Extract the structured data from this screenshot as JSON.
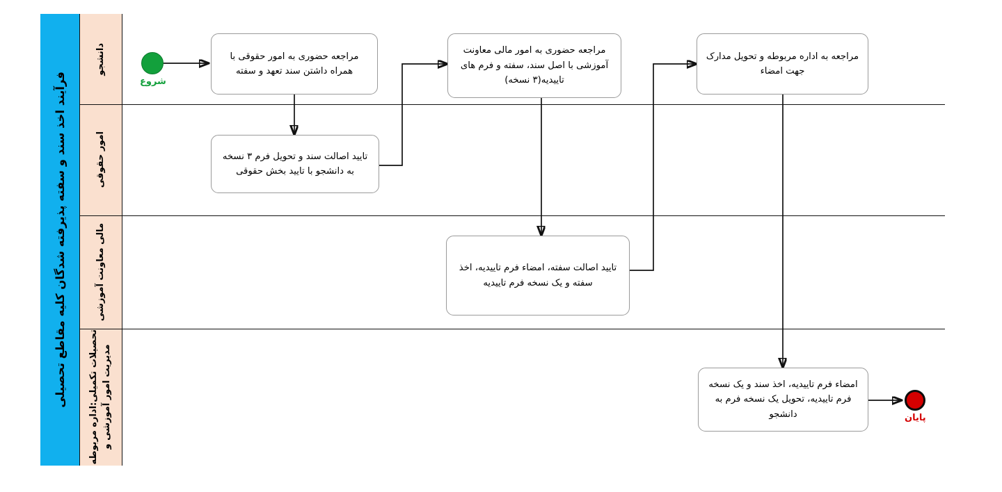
{
  "diagram": {
    "title": "فرآیند اخذ سند و سفته پذیرفته شدگان کلیه مقاطع تحصیلی",
    "type": "swimlane-flowchart",
    "colors": {
      "title_band": "#11b0ee",
      "lane_header": "#fae0cf",
      "lane_body": "#ffffff",
      "border": "#111111",
      "start_event": "#13a03c",
      "end_event": "#d40000",
      "task_border": "#9a9a9a",
      "connector": "#111111"
    },
    "lanes": [
      {
        "id": "lane-student",
        "label": "دانشجو"
      },
      {
        "id": "lane-legal",
        "label": "امور حقوقی"
      },
      {
        "id": "lane-finance",
        "label": "مالی معاونت آموزشی"
      },
      {
        "id": "lane-edu",
        "label_line1": "مدیریت امور آموزشی و",
        "label_line2": "تحصیلات تکمیلی:اداره مربوطه"
      }
    ],
    "events": [
      {
        "id": "start",
        "shape": "circle-filled-green",
        "label": "شروع",
        "lane": "lane-student"
      },
      {
        "id": "end",
        "shape": "circle-filled-red",
        "label": "پایان",
        "lane": "lane-edu"
      }
    ],
    "tasks": [
      {
        "id": "task-1",
        "lane": "lane-student",
        "text": "مراجعه حضوری به امور حقوقی با همراه داشتن سند تعهد و سفته"
      },
      {
        "id": "task-2",
        "lane": "lane-student",
        "text": "مراجعه حضوری به امور مالی معاونت آموزشی با اصل سند، سفته و فرم های تاییدیه(۳ نسخه)"
      },
      {
        "id": "task-3",
        "lane": "lane-student",
        "text": "مراجعه به اداره مربوطه و تحویل مدارک جهت امضاء"
      },
      {
        "id": "task-4",
        "lane": "lane-legal",
        "text": "تایید اصالت سند و تحویل فرم ۳ نسخه به دانشجو با تایید بخش حقوقی"
      },
      {
        "id": "task-5",
        "lane": "lane-finance",
        "text": "تایید اصالت سفته، امضاء فرم تاییدیه، اخذ سفته و یک نسخه فرم تاییدیه"
      },
      {
        "id": "task-6",
        "lane": "lane-edu",
        "text": "امضاء فرم تاییدیه، اخذ سند و یک نسخه فرم تاییدیه، تحویل یک نسخه فرم به دانشجو"
      }
    ],
    "flows": [
      {
        "from": "start",
        "to": "task-1"
      },
      {
        "from": "task-1",
        "to": "task-4"
      },
      {
        "from": "task-4",
        "to": "task-2"
      },
      {
        "from": "task-2",
        "to": "task-5"
      },
      {
        "from": "task-5",
        "to": "task-3"
      },
      {
        "from": "task-3",
        "to": "task-6"
      },
      {
        "from": "task-6",
        "to": "end"
      }
    ]
  }
}
